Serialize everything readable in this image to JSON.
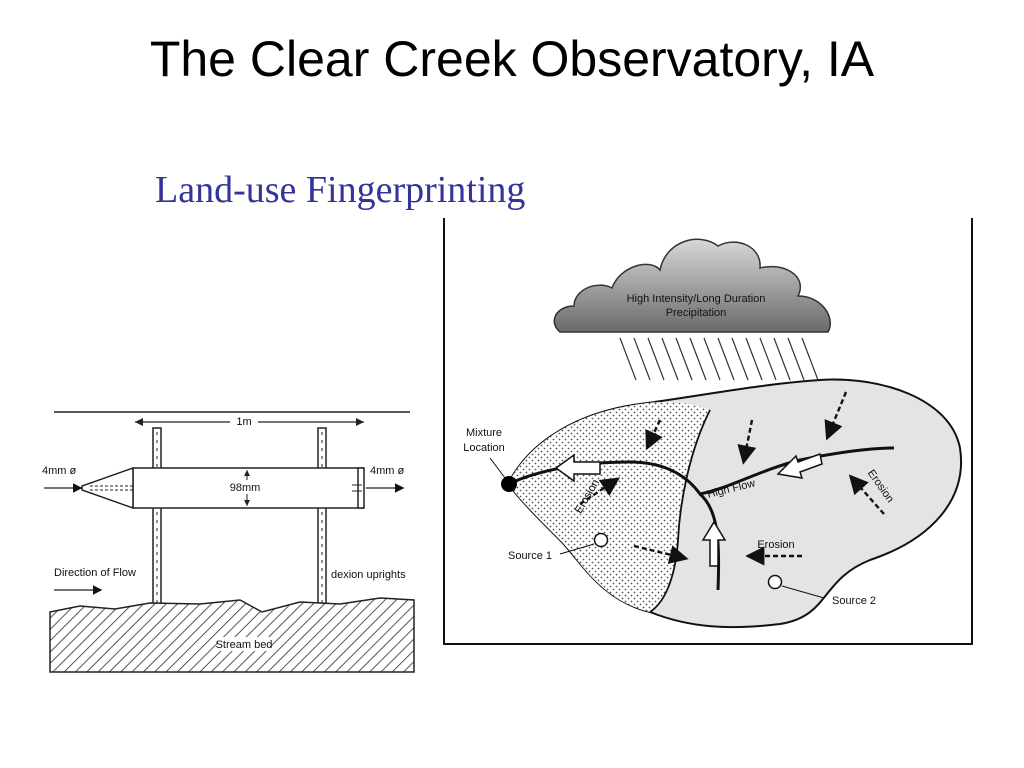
{
  "slide": {
    "title": "The Clear Creek Observatory, IA",
    "subtitle": "Land-use Fingerprinting"
  },
  "sampler_diagram": {
    "span_label": "1m",
    "inlet_label": "4mm ø",
    "outlet_label": "4mm ø",
    "tube_diameter_label": "98mm",
    "flow_label": "Direction of Flow",
    "uprights_label": "dexion uprights",
    "bed_label": "Stream bed"
  },
  "watershed_diagram": {
    "cloud_label_line1": "High Intensity/Long Duration",
    "cloud_label_line2": "Precipitation",
    "mixture_label_line1": "Mixture",
    "mixture_label_line2": "Location",
    "high_flow_label": "High Flow",
    "erosion_left_label": "Erosion",
    "erosion_right_label": "Erosion",
    "erosion_bottom_label": "Erosion",
    "source1_label": "Source 1",
    "source2_label": "Source 2"
  }
}
